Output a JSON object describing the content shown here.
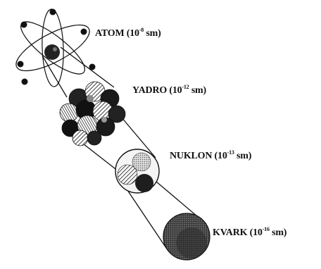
{
  "labels": {
    "atom": {
      "name": "ATOM",
      "base": "10",
      "exp": "-8",
      "unit": "sm"
    },
    "yadro": {
      "name": "YADRO",
      "base": "10",
      "exp": "-12",
      "unit": "sm"
    },
    "nuklon": {
      "name": "NUKLON",
      "base": "10",
      "exp": "-13",
      "unit": "sm"
    },
    "kvark": {
      "name": "KVARK",
      "base": "10",
      "exp": "-16",
      "unit": "sm"
    }
  },
  "colors": {
    "ink": "#111111",
    "dark": "#222222",
    "mid": "#555555",
    "light": "#bbbbbb",
    "background": "#ffffff"
  }
}
